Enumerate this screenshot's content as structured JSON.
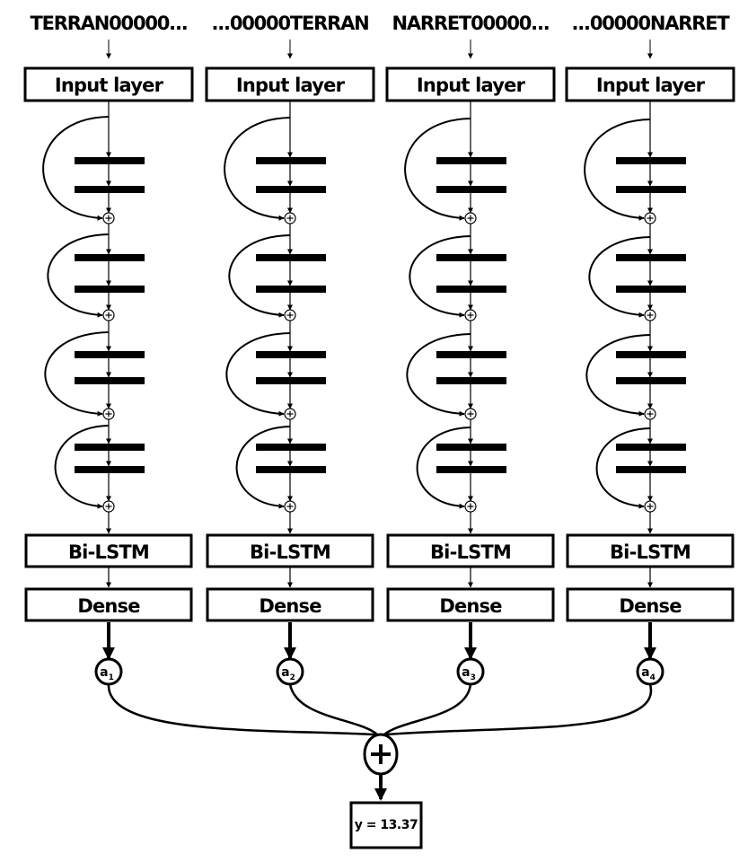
{
  "columns": [
    {
      "sequence": "TERRAN00000...",
      "input_label": "Input layer",
      "bilstm_label": "Bi-LSTM",
      "dense_label": "Dense",
      "weight_symbol": "a",
      "weight_index": "1"
    },
    {
      "sequence": "...00000TERRAN",
      "input_label": "Input layer",
      "bilstm_label": "Bi-LSTM",
      "dense_label": "Dense",
      "weight_symbol": "a",
      "weight_index": "2"
    },
    {
      "sequence": "NARRET00000...",
      "input_label": "Input layer",
      "bilstm_label": "Bi-LSTM",
      "dense_label": "Dense",
      "weight_symbol": "a",
      "weight_index": "3"
    },
    {
      "sequence": "...00000NARRET",
      "input_label": "Input layer",
      "bilstm_label": "Bi-LSTM",
      "dense_label": "Dense",
      "weight_symbol": "a",
      "weight_index": "4"
    }
  ],
  "output": {
    "label": "y = 13.37"
  },
  "colors": {
    "stroke": "#000000",
    "background": "#ffffff"
  }
}
